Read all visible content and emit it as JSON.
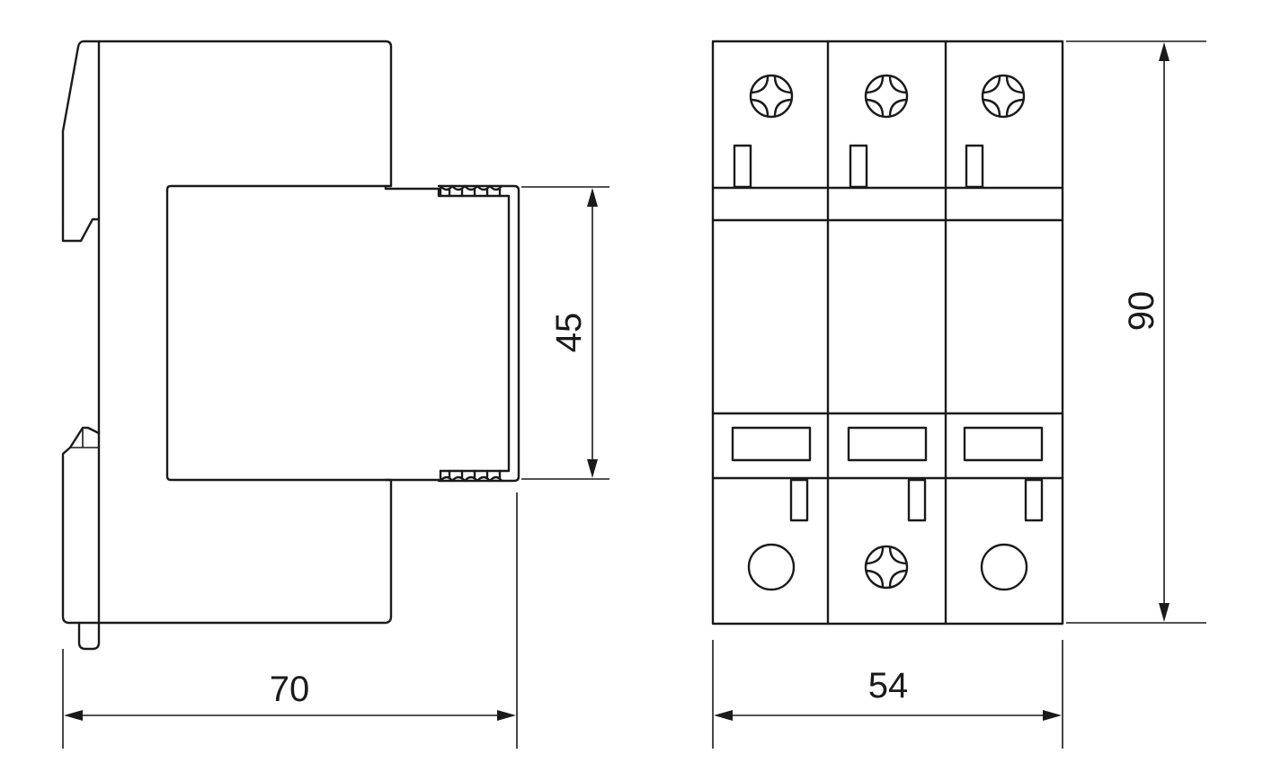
{
  "dimensions": {
    "side_width": "70",
    "side_height": "45",
    "front_width": "54",
    "front_height": "90"
  }
}
